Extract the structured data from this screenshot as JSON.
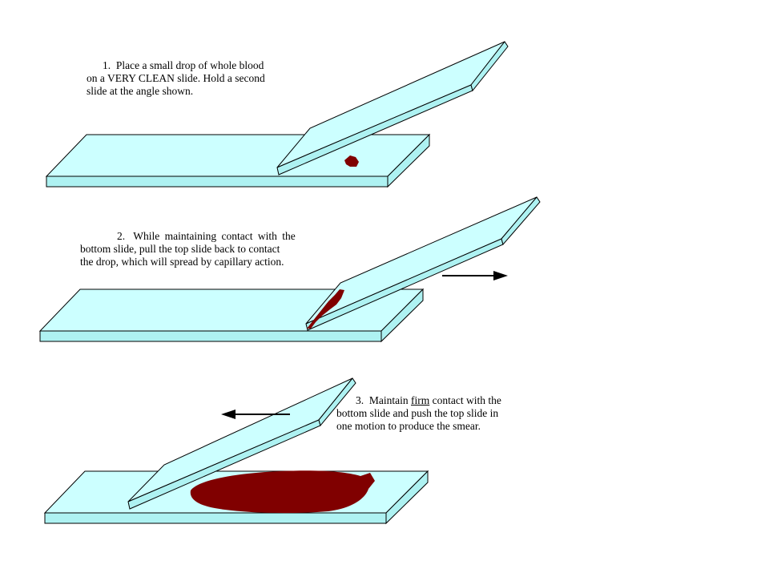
{
  "colors": {
    "slide_face": "#ccffff",
    "slide_edge": "#aef2f2",
    "slide_outline": "#000000",
    "blood": "#800000",
    "background": "#ffffff"
  },
  "steps": [
    {
      "number": "1.",
      "lines": [
        "Place a small drop of whole blood",
        "on a VERY CLEAN slide.  Hold a second",
        "slide at the angle shown."
      ]
    },
    {
      "number": "2.",
      "lines": [
        "While maintaining contact with the",
        "bottom slide, pull the top slide back to contact",
        "the drop, which will spread by capillary action."
      ],
      "arrow_direction": "right"
    },
    {
      "number": "3.",
      "line1_pre": "Maintain ",
      "line1_emphasis": "firm",
      "line1_post": " contact with the",
      "lines_rest": [
        "bottom slide and push the top slide in",
        "one motion to produce the smear."
      ],
      "arrow_direction": "left"
    }
  ]
}
